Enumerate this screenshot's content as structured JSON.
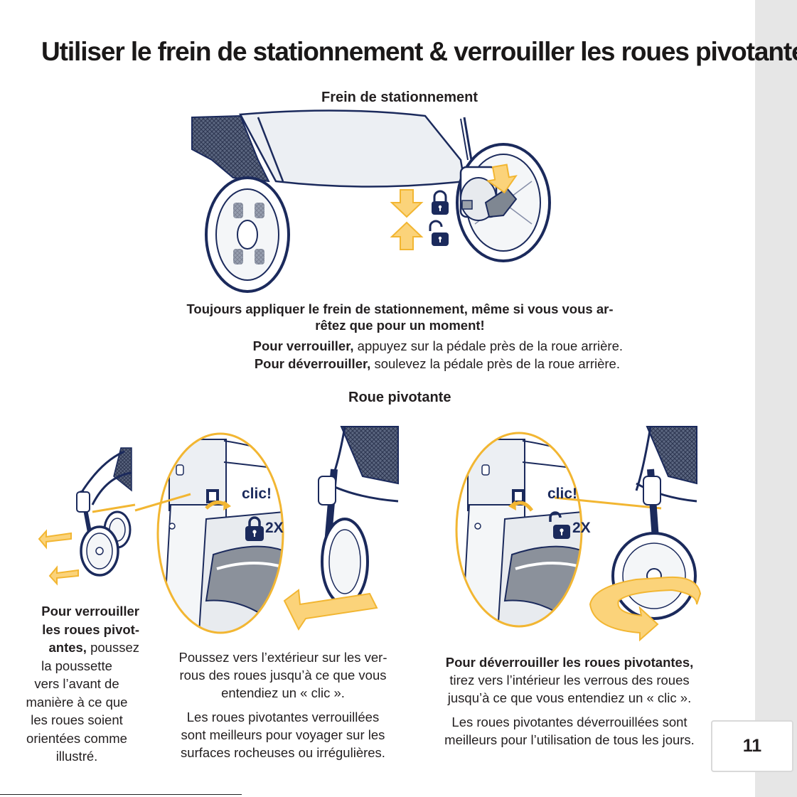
{
  "page": {
    "title": "Utiliser le frein de stationnement & verrouiller les roues pivotantes",
    "page_number": "11"
  },
  "parking_brake": {
    "heading": "Frein de stationnement",
    "warning_line1": "Toujours appliquer le frein de stationnement, même si vous vous ar-",
    "warning_line2": "rêtez que pour un moment!",
    "lock_label": "Pour verrouiller,",
    "lock_text": " appuyez sur la pédale près de la roue arrière.",
    "unlock_label": "Pour déverrouiller,",
    "unlock_text": " soulevez la pédale près de la roue arrière."
  },
  "swivel_wheel": {
    "heading": "Roue pivotante",
    "click_left": "clic!",
    "times_left": "2X",
    "click_right": "clic!",
    "times_right": "2X",
    "left_instruction": {
      "l1": "Pour verrouiller",
      "l2": "les roues pivot-",
      "l3": "antes,",
      "l3b": " poussez",
      "l4": "la poussette",
      "l5": "vers l’avant de",
      "l6": "manière à ce que",
      "l7": "les roues soient",
      "l8": "orientées comme",
      "l9": "illustré."
    },
    "center_instruction": {
      "p1l1": "Poussez vers l’extérieur sur les ver-",
      "p1l2": "rous des roues jusqu’à ce que vous",
      "p1l3": "entendiez un « clic ».",
      "p2l1": "Les roues pivotantes verrouillées",
      "p2l2": "sont meilleurs pour voyager sur les",
      "p2l3": "surfaces rocheuses ou irrégulières."
    },
    "right_instruction": {
      "p1l1": "Pour déverrouiller les roues pivotantes,",
      "p1l2": "tirez vers l’intérieur les verrous des roues",
      "p1l3": "jusqu’à ce que vous entendiez un « clic ».",
      "p2l1": "Les roues pivotantes déverrouillées sont",
      "p2l2": "meilleurs pour l’utilisation de tous les jours."
    }
  },
  "colors": {
    "accent_yellow": "#f2b632",
    "arrow_fill": "#fbd37a",
    "navy": "#1b2a5c",
    "text": "#231f20",
    "sidebar": "#e6e6e6"
  }
}
